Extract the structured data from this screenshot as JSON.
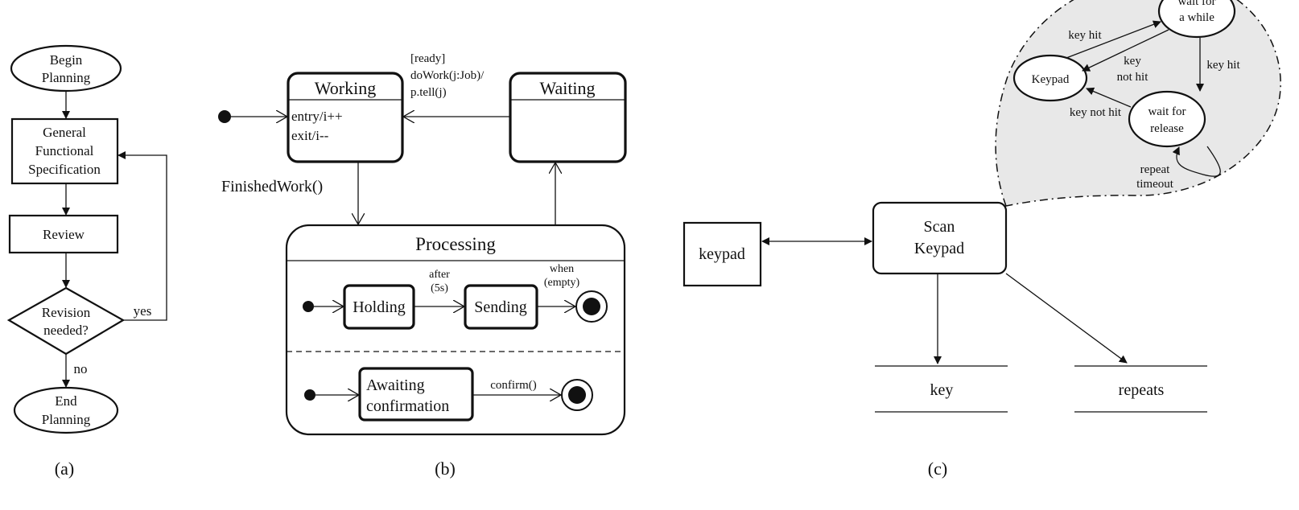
{
  "panel_a": {
    "caption": "(a)",
    "begin": [
      "Begin",
      "Planning"
    ],
    "spec": [
      "General",
      "Functional",
      "Specification"
    ],
    "review": "Review",
    "decision": [
      "Revision",
      "needed?"
    ],
    "yes": "yes",
    "no": "no",
    "end": [
      "End",
      "Planning"
    ]
  },
  "panel_b": {
    "caption": "(b)",
    "working": {
      "title": "Working",
      "entry": "entry/i++",
      "exit": "exit/i--"
    },
    "waiting": {
      "title": "Waiting"
    },
    "transition_label": [
      "[ready]",
      "doWork(j:Job)/",
      "p.tell(j)"
    ],
    "finished": "FinishedWork()",
    "processing": {
      "title": "Processing",
      "holding": "Holding",
      "after": [
        "after",
        "(5s)"
      ],
      "sending": "Sending",
      "when": [
        "when",
        "(empty)"
      ],
      "awaiting": [
        "Awaiting",
        "confirmation"
      ],
      "confirm": "confirm()"
    }
  },
  "panel_c": {
    "caption": "(c)",
    "keypad": "keypad",
    "scan": [
      "Scan",
      "Keypad"
    ],
    "key": "key",
    "repeats": "repeats",
    "bubble": {
      "keypad_state": "Keypad",
      "wait_while": [
        "wait for",
        "a while"
      ],
      "wait_release": [
        "wait for",
        "release"
      ],
      "key_hit_1": "key hit",
      "key_not_hit_1": [
        "key",
        "not hit"
      ],
      "key_hit_2": "key hit",
      "key_not_hit_2": "key not hit",
      "repeat_timeout": [
        "repeat",
        "timeout"
      ]
    },
    "bubble_fill": "#e8e8e8"
  }
}
